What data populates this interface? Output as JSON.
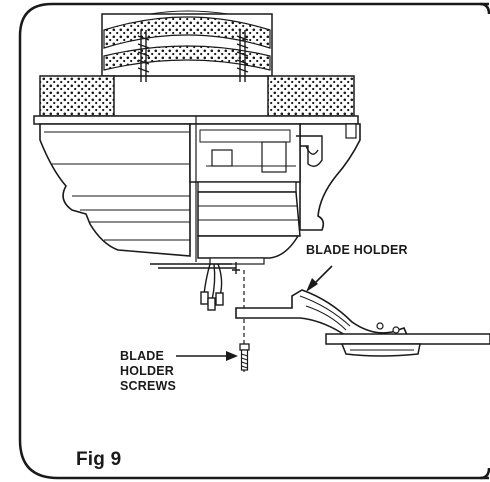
{
  "figure": {
    "caption": "Fig 9",
    "labels": {
      "blade_holder": "BLADE HOLDER",
      "screws_line1": "BLADE",
      "screws_line2": "HOLDER",
      "screws_line3": "SCREWS"
    }
  },
  "colors": {
    "ink": "#1a1a1a",
    "background": "#ffffff"
  }
}
